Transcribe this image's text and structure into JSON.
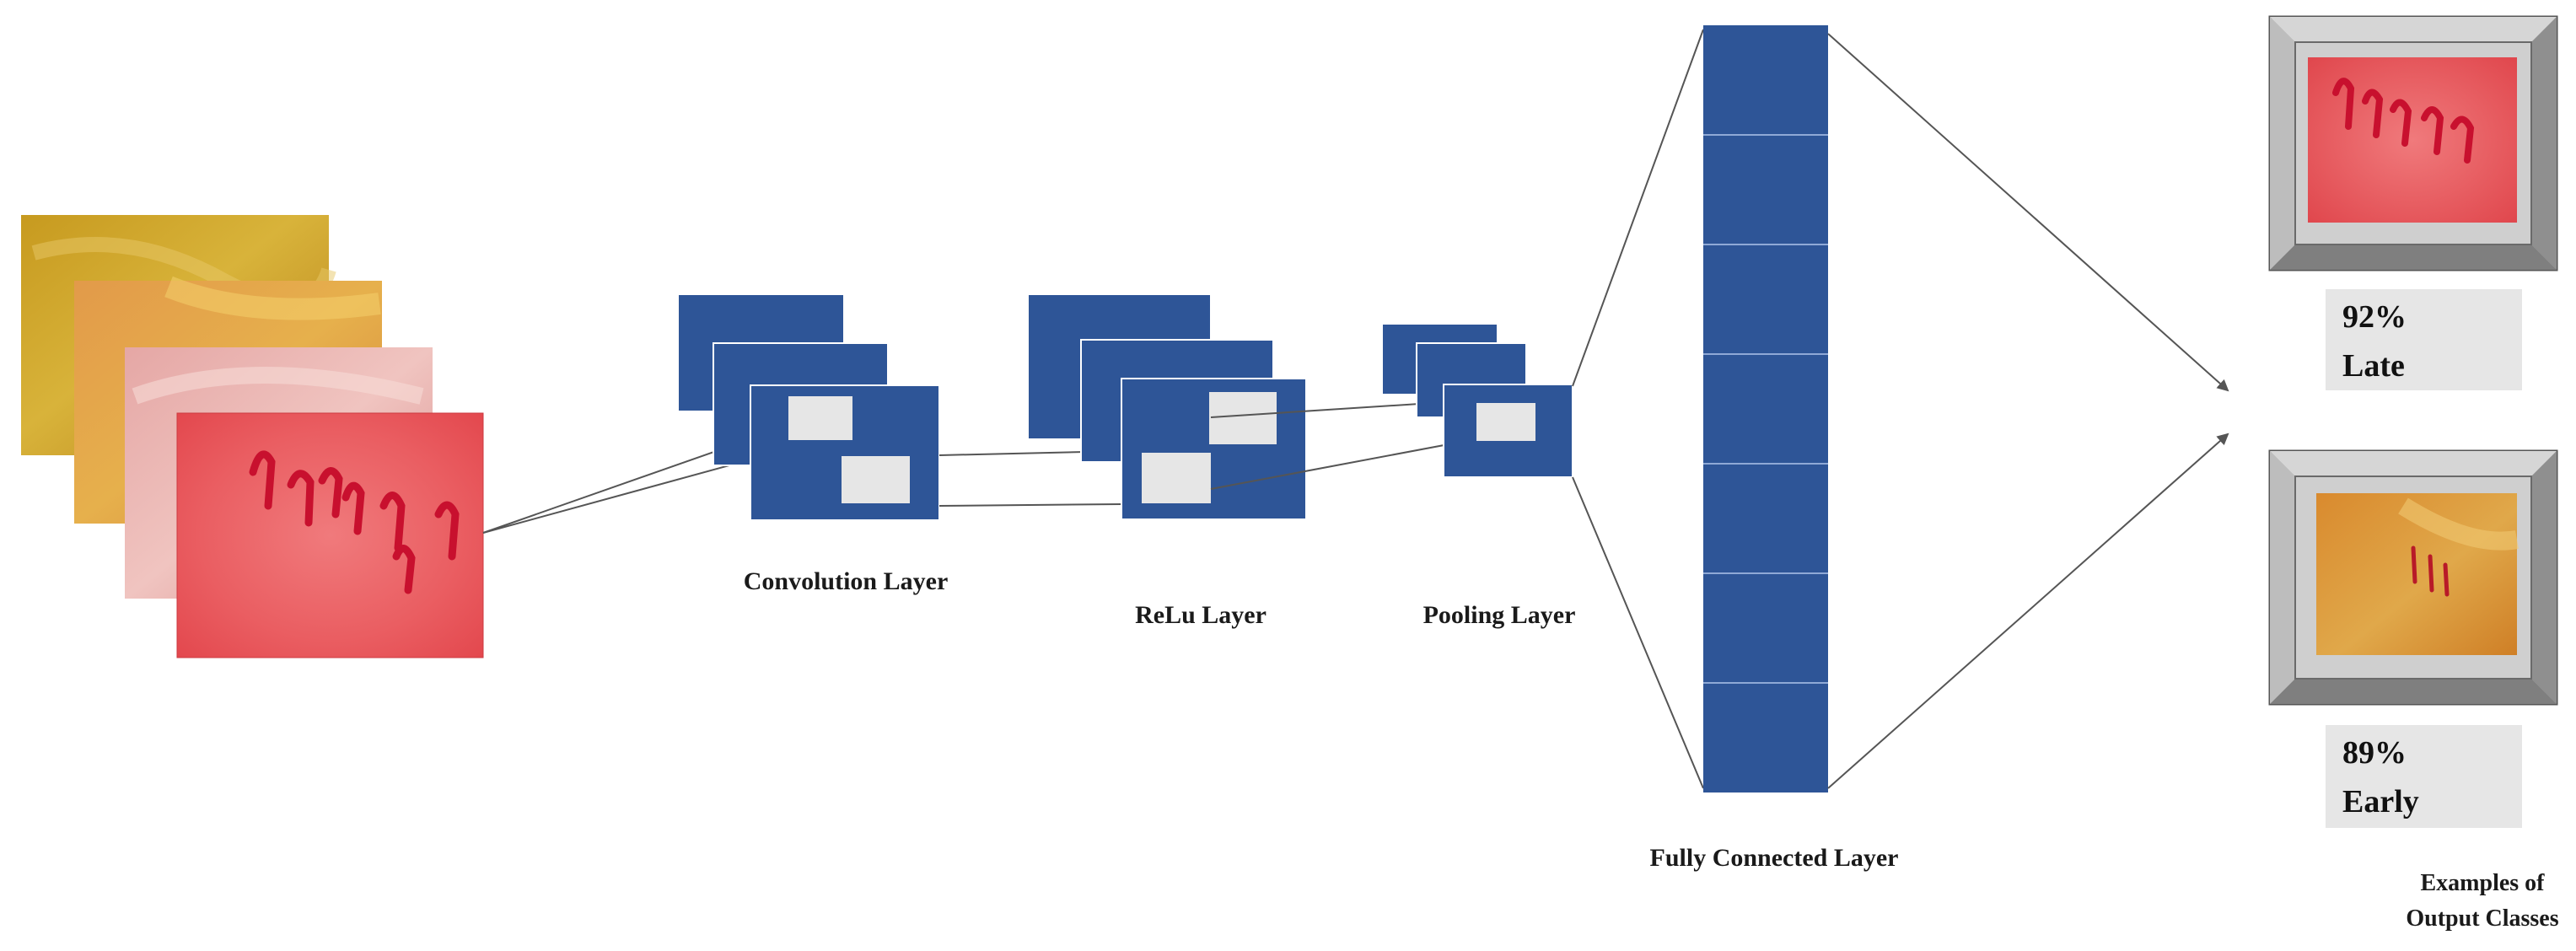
{
  "layers": {
    "convolution_label": "Convolution Layer",
    "relu_label": "ReLu Layer",
    "pooling_label": "Pooling Layer",
    "fully_connected_label": "Fully Connected Layer"
  },
  "output": {
    "caption_line1": "Examples of",
    "caption_line2": "Output Classes",
    "classes": [
      {
        "percent": "92%",
        "name": "Late"
      },
      {
        "percent": "89%",
        "name": "Early"
      }
    ]
  },
  "colors": {
    "layer_blue": "#2e5597",
    "patch_gray": "#e6e6e6",
    "frame_gray": "#a8a8a8",
    "capillary_red": "#c8102e"
  },
  "fully_connected": {
    "segments": 7
  },
  "input_images": {
    "count": 4,
    "description_tones": [
      "yellow",
      "orange",
      "pink",
      "red"
    ]
  }
}
